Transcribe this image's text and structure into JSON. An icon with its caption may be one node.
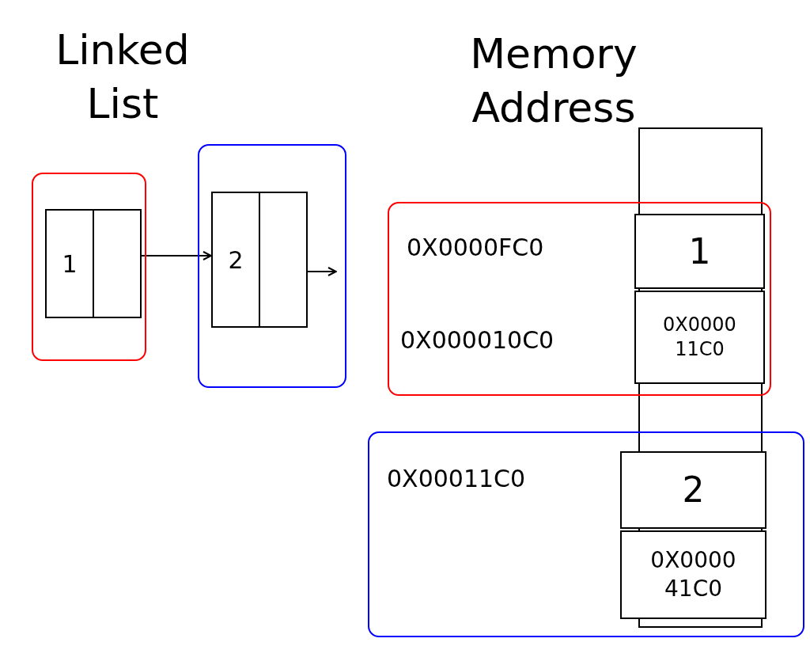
{
  "diagram": {
    "nodes": [
      {
        "text": [],
        "shape": "box"
      },
      {
        "text": [
          "1"
        ],
        "in": 0
      },
      {
        "text": [],
        "shape": "box"
      },
      {
        "text": [
          "2"
        ],
        "in": 2
      },
      {
        "text": [
          "0X0000FC0",
          "0X000010C0"
        ]
      },
      {
        "text": [
          "1"
        ],
        "in": 4
      },
      {
        "text": [
          "0X0000 11C0"
        ],
        "in": 4
      },
      {
        "text": [
          "0X00011C0"
        ]
      },
      {
        "text": [
          "2"
        ],
        "in": 7
      },
      {
        "text": [
          "0X0000 41C0"
        ],
        "in": 7
      }
    ],
    "edges": [
      {
        "from": 1,
        "to": 3,
        "arrow": "to"
      },
      {
        "from": 3,
        "to": null,
        "arrow": "to"
      }
    ],
    "labels": [
      "Linked List",
      "Memory Address"
    ]
  }
}
